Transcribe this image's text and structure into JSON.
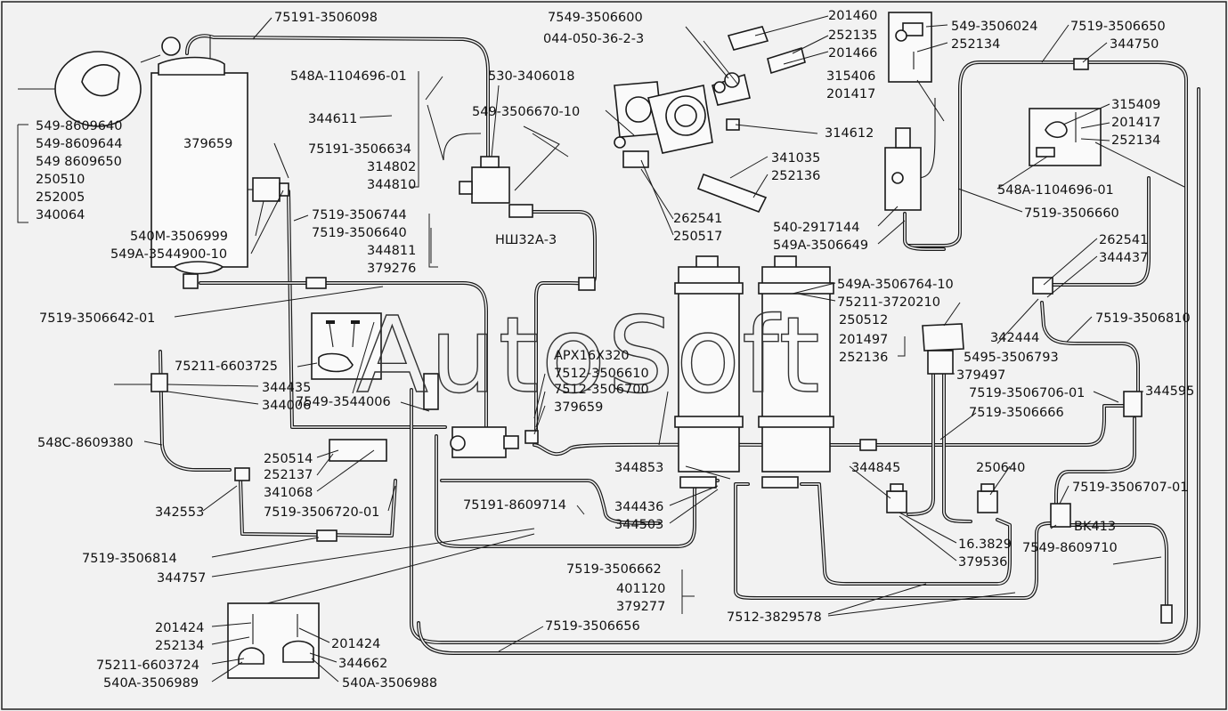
{
  "watermark": "AutoSoft",
  "labels": [
    {
      "id": "l1",
      "text": "75191-3506098"
    },
    {
      "id": "l2",
      "text": "548A-1104696-01"
    },
    {
      "id": "l3",
      "text": "344611"
    },
    {
      "id": "l4",
      "text": "549-8609640"
    },
    {
      "id": "l5",
      "text": "549-8609644"
    },
    {
      "id": "l6",
      "text": "549 8609650"
    },
    {
      "id": "l7",
      "text": "250510"
    },
    {
      "id": "l8",
      "text": "252005"
    },
    {
      "id": "l9",
      "text": "340064"
    },
    {
      "id": "l10",
      "text": "379659"
    },
    {
      "id": "l11",
      "text": "75191-3506634"
    },
    {
      "id": "l12",
      "text": "314802"
    },
    {
      "id": "l13",
      "text": "344810"
    },
    {
      "id": "l14",
      "text": "530-3406018"
    },
    {
      "id": "l15",
      "text": "549-3506670-10"
    },
    {
      "id": "l16",
      "text": "7549-3506600"
    },
    {
      "id": "l17",
      "text": "044-050-36-2-3"
    },
    {
      "id": "l18",
      "text": "201460"
    },
    {
      "id": "l19",
      "text": "252135"
    },
    {
      "id": "l20",
      "text": "201466"
    },
    {
      "id": "l21",
      "text": "549-3506024"
    },
    {
      "id": "l22",
      "text": "252134"
    },
    {
      "id": "l23",
      "text": "315406"
    },
    {
      "id": "l24",
      "text": "201417"
    },
    {
      "id": "l25",
      "text": "7519-3506650"
    },
    {
      "id": "l26",
      "text": "344750"
    },
    {
      "id": "l27",
      "text": "314612"
    },
    {
      "id": "l28",
      "text": "315409"
    },
    {
      "id": "l29",
      "text": "201417"
    },
    {
      "id": "l30",
      "text": "252134"
    },
    {
      "id": "l31",
      "text": "548A-1104696-01"
    },
    {
      "id": "l32",
      "text": "341035"
    },
    {
      "id": "l33",
      "text": "252136"
    },
    {
      "id": "l34",
      "text": "7519-3506660"
    },
    {
      "id": "l35",
      "text": "540-2917144"
    },
    {
      "id": "l36",
      "text": "549A-3506649"
    },
    {
      "id": "l37",
      "text": "262541"
    },
    {
      "id": "l38",
      "text": "250517"
    },
    {
      "id": "l39",
      "text": "НШ32А-3"
    },
    {
      "id": "l40",
      "text": "540М-3506999"
    },
    {
      "id": "l41",
      "text": "549А-3544900-10"
    },
    {
      "id": "l42",
      "text": "7519-3506744"
    },
    {
      "id": "l43",
      "text": "7519-3506640"
    },
    {
      "id": "l44",
      "text": "344811"
    },
    {
      "id": "l45",
      "text": "379276"
    },
    {
      "id": "l46",
      "text": "262541"
    },
    {
      "id": "l47",
      "text": "344437"
    },
    {
      "id": "l48",
      "text": "7519-3506642-01"
    },
    {
      "id": "l49",
      "text": "549A-3506764-10"
    },
    {
      "id": "l50",
      "text": "75211-3720210"
    },
    {
      "id": "l51",
      "text": "250512"
    },
    {
      "id": "l52",
      "text": "201497"
    },
    {
      "id": "l53",
      "text": "252136"
    },
    {
      "id": "l54",
      "text": "7519-3506810"
    },
    {
      "id": "l55",
      "text": "342444"
    },
    {
      "id": "l56",
      "text": "5495-3506793"
    },
    {
      "id": "l57",
      "text": "379497"
    },
    {
      "id": "l58",
      "text": "75211-6603725"
    },
    {
      "id": "l59",
      "text": "344435"
    },
    {
      "id": "l60",
      "text": "344006"
    },
    {
      "id": "l61",
      "text": "7549-3544006"
    },
    {
      "id": "l62",
      "text": "APX16X320"
    },
    {
      "id": "l63",
      "text": "7512-3506610"
    },
    {
      "id": "l64",
      "text": "7512-3506700"
    },
    {
      "id": "l65",
      "text": "379659"
    },
    {
      "id": "l66",
      "text": "7519-3506706-01"
    },
    {
      "id": "l67",
      "text": "344595"
    },
    {
      "id": "l68",
      "text": "7519-3506666"
    },
    {
      "id": "l69",
      "text": "548C-8609380"
    },
    {
      "id": "l70",
      "text": "250514"
    },
    {
      "id": "l71",
      "text": "252137"
    },
    {
      "id": "l72",
      "text": "341068"
    },
    {
      "id": "l73",
      "text": "344853"
    },
    {
      "id": "l74",
      "text": "344845"
    },
    {
      "id": "l75",
      "text": "250640"
    },
    {
      "id": "l76",
      "text": "7519-3506707-01"
    },
    {
      "id": "l77",
      "text": "342553"
    },
    {
      "id": "l78",
      "text": "7519-3506720-01"
    },
    {
      "id": "l79",
      "text": "75191-8609714"
    },
    {
      "id": "l80",
      "text": "344436"
    },
    {
      "id": "l81",
      "text": "344503"
    },
    {
      "id": "l82",
      "text": "BK413"
    },
    {
      "id": "l83",
      "text": "7549-8609710"
    },
    {
      "id": "l84",
      "text": "16.3829"
    },
    {
      "id": "l85",
      "text": "379536"
    },
    {
      "id": "l86",
      "text": "7519-3506814"
    },
    {
      "id": "l87",
      "text": "344757"
    },
    {
      "id": "l88",
      "text": "7519-3506662"
    },
    {
      "id": "l89",
      "text": "401120"
    },
    {
      "id": "l90",
      "text": "379277"
    },
    {
      "id": "l91",
      "text": "7512-3829578"
    },
    {
      "id": "l92",
      "text": "201424"
    },
    {
      "id": "l93",
      "text": "201424"
    },
    {
      "id": "l94",
      "text": "252134"
    },
    {
      "id": "l95",
      "text": "7519-3506656"
    },
    {
      "id": "l96",
      "text": "75211-6603724"
    },
    {
      "id": "l97",
      "text": "344662"
    },
    {
      "id": "l98",
      "text": "540A-3506989"
    },
    {
      "id": "l99",
      "text": "540A-3506988"
    }
  ]
}
